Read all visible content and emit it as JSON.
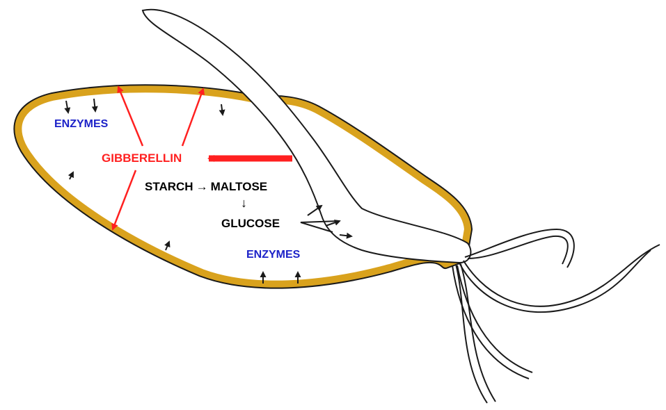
{
  "labels": {
    "enzymes_top": "ENZYMES",
    "gibberellin": "GIBBERELLIN",
    "starch": "STARCH",
    "maltose": "MALTOSE",
    "conversion_arrow": "→",
    "down_arrow": "↓",
    "glucose": "GLUCOSE",
    "enzymes_bottom": "ENZYMES"
  },
  "colors": {
    "aleurone_layer": "#d9a21d",
    "outline": "#1a1a1a",
    "gibberellin": "#ff2020",
    "enzymes": "#1c22c8",
    "text": "#000000",
    "embryo_fill": "#ffffff"
  }
}
